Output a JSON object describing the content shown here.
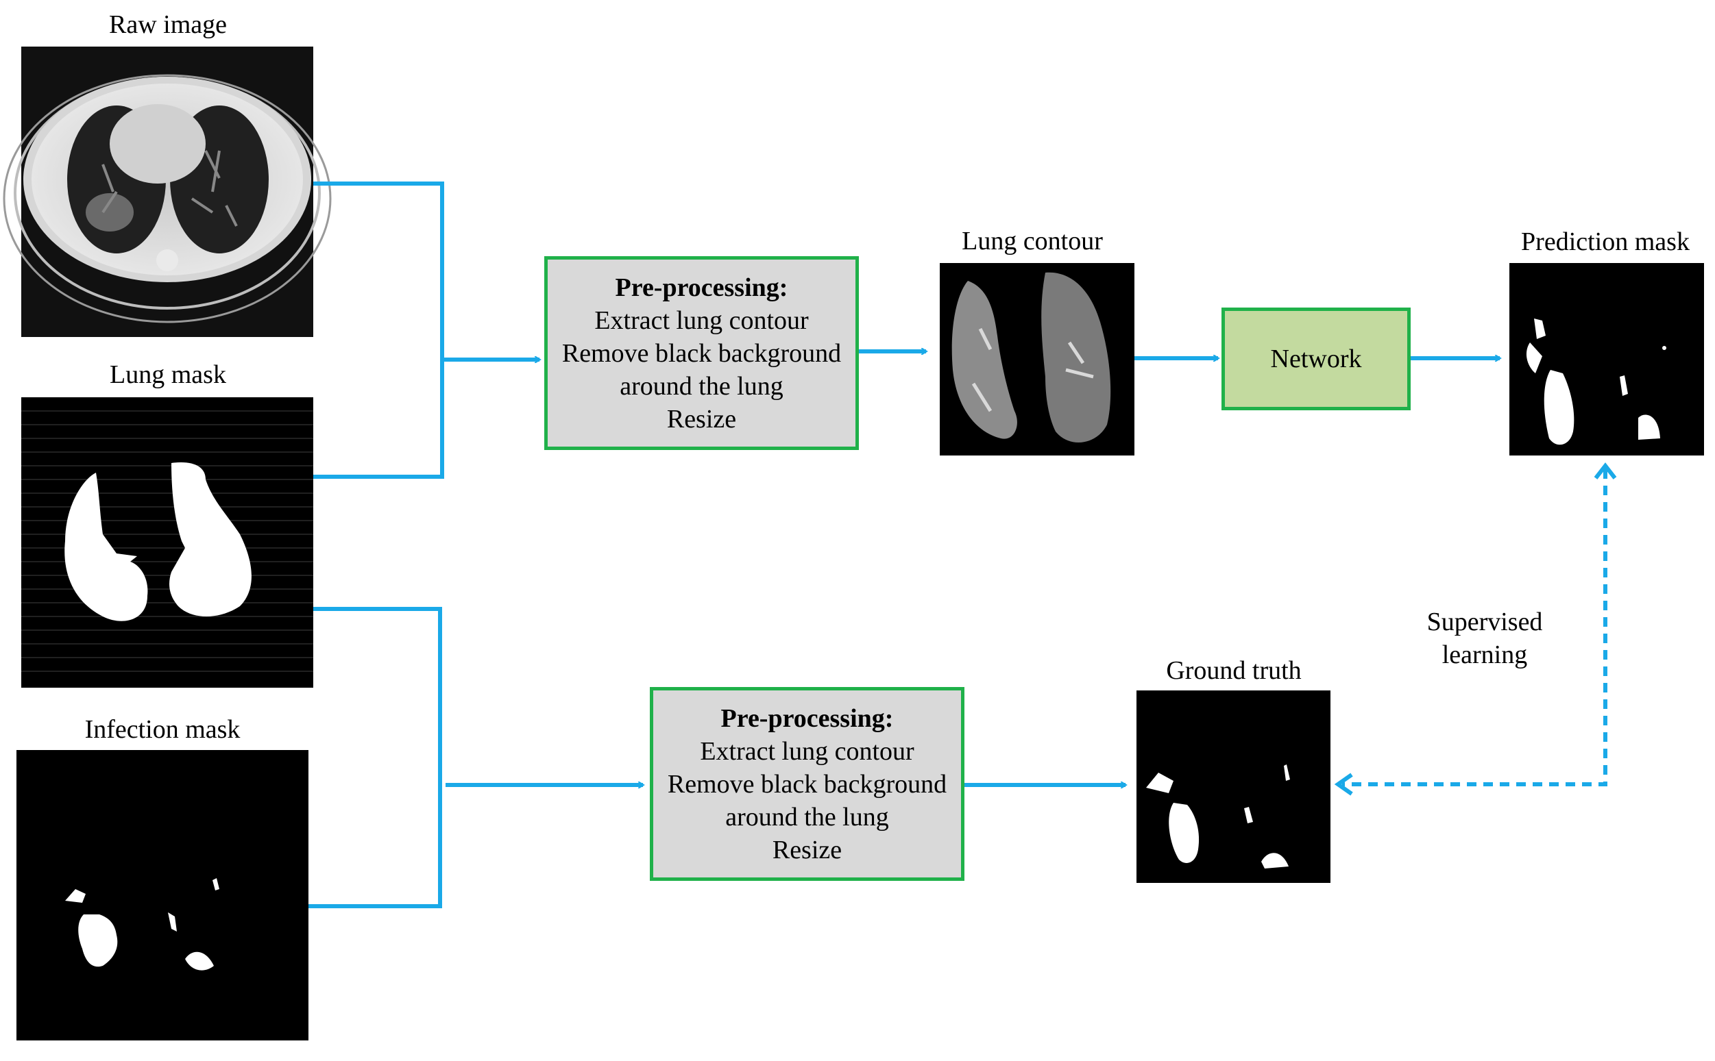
{
  "labels": {
    "raw_image": "Raw image",
    "lung_mask": "Lung mask",
    "infection_mask": "Infection mask",
    "lung_contour": "Lung contour",
    "prediction_mask": "Prediction mask",
    "ground_truth": "Ground truth"
  },
  "preprocess_top": {
    "title": "Pre-processing:",
    "lines": [
      "Extract lung contour",
      "Remove black background",
      "around the lung",
      "Resize"
    ]
  },
  "preprocess_bottom": {
    "title": "Pre-processing:",
    "lines": [
      "Extract lung contour",
      "Remove black background",
      "around the lung",
      "Resize"
    ]
  },
  "network": {
    "label": "Network"
  },
  "supervised": {
    "line1": "Supervised",
    "line2": "learning"
  },
  "colors": {
    "arrow": "#1aa9e8",
    "box_border": "#20b14a",
    "box_fill": "#d9d9d9",
    "network_fill": "#c3da9f"
  }
}
